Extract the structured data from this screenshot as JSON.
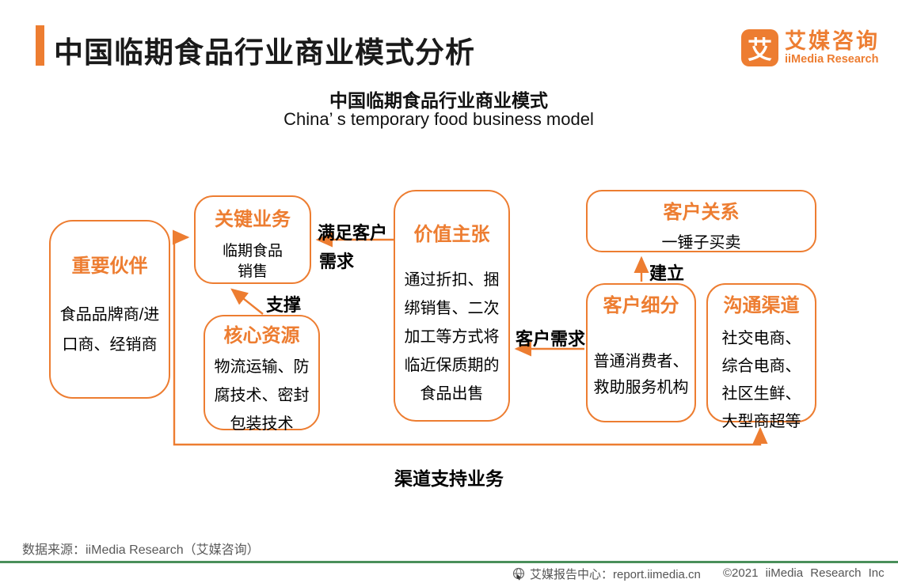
{
  "header": {
    "title": "中国临期食品行业商业模式分析",
    "logo": {
      "glyph": "艾",
      "brand_cn": "艾媒咨询",
      "brand_en": "iiMedia Research"
    }
  },
  "subtitle": {
    "cn": "中国临期食品行业商业模式",
    "en": "China’ s temporary food business model"
  },
  "diagram": {
    "boxes": {
      "partners": {
        "title": "重要伙伴",
        "lines": [
          "食品品牌商/进",
          "口商、经销商"
        ]
      },
      "key_activities": {
        "title": "关键业务",
        "lines": [
          "临期食品",
          "销售"
        ]
      },
      "core_resources": {
        "title": "核心资源",
        "lines": [
          "物流运输、防",
          "腐技术、密封",
          "包装技术"
        ]
      },
      "value_proposition": {
        "title": "价值主张",
        "lines": [
          "通过折扣、捆",
          "绑销售、二次",
          "加工等方式将",
          "临近保质期的",
          "食品出售"
        ]
      },
      "customer_relations": {
        "title": "客户关系",
        "lines": [
          "一锤子买卖"
        ]
      },
      "customer_segments": {
        "title": "客户细分",
        "lines": [
          "普通消费者、",
          "救助服务机构"
        ]
      },
      "channels": {
        "title": "沟通渠道",
        "lines": [
          "社交电商、",
          "综合电商、",
          "社区生鲜、",
          "大型商超等"
        ]
      }
    },
    "arrow_labels": {
      "satisfy_line1": "满足客户",
      "satisfy_line2": "需求",
      "support": "支撑",
      "establish": "建立",
      "customer_demand": "客户需求",
      "channel_support": "渠道支持业务"
    }
  },
  "source_note": "数据来源：iiMedia Research（艾媒咨询）",
  "footer": {
    "report_center": "艾媒报告中心：report.iimedia.cn",
    "copyright": "©2021 iiMedia Research Inc"
  },
  "colors": {
    "accent_orange": "#ED7D31",
    "footer_green": "#4A8F5A",
    "muted_text": "#595959"
  }
}
